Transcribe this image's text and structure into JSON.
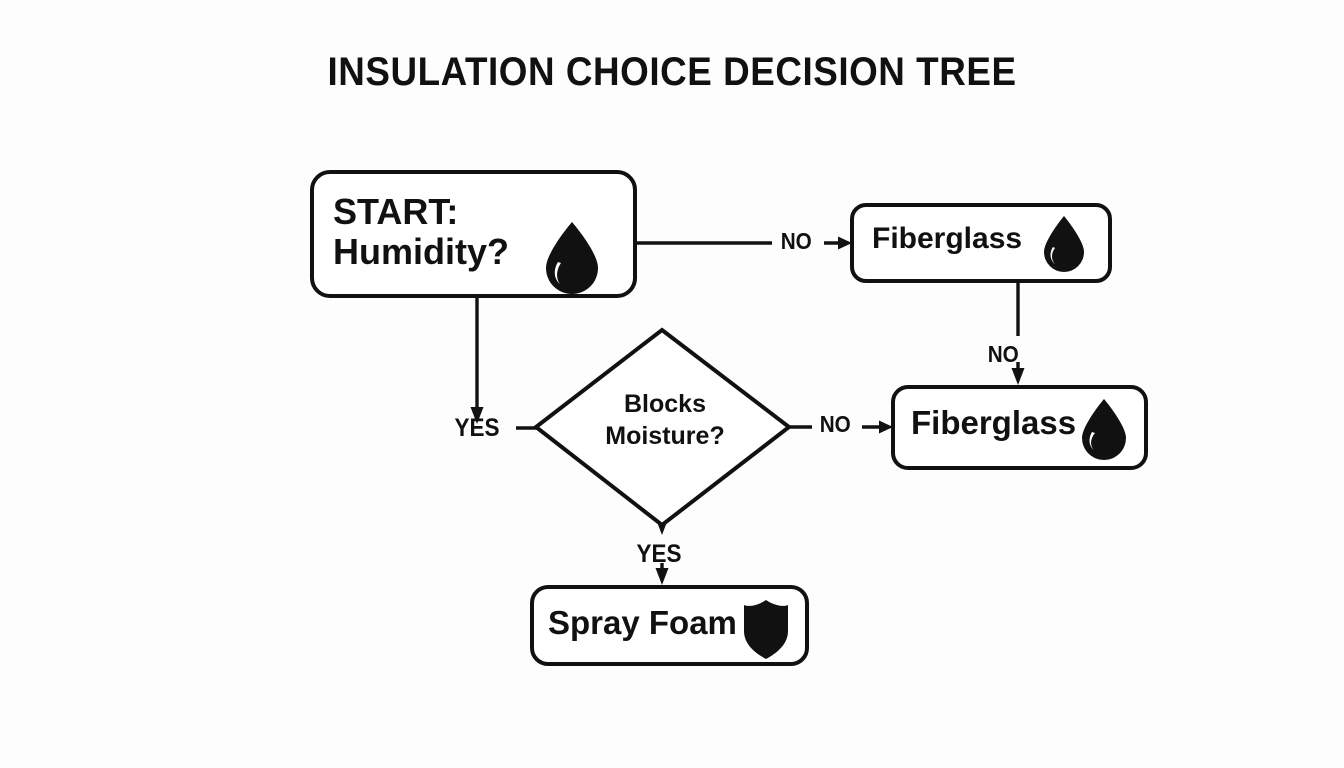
{
  "page": {
    "title": "INSULATION CHOICE DECISION TREE",
    "background_color": "#fdfdfd",
    "ink_color": "#111111"
  },
  "chart_data": {
    "type": "diagram",
    "diagram_kind": "decision-tree-flowchart",
    "title": "INSULATION CHOICE DECISION TREE",
    "nodes": [
      {
        "id": "start",
        "shape": "rounded-rectangle",
        "label_line1": "START:",
        "label_line2": "Humidity?",
        "icon": "water-droplet-icon"
      },
      {
        "id": "fiberglass-1",
        "shape": "rounded-rectangle",
        "label": "Fiberglass",
        "icon": "water-droplet-icon"
      },
      {
        "id": "decision-moisture",
        "shape": "diamond",
        "label_line1": "Blocks",
        "label_line2": "Moisture?",
        "icon": null
      },
      {
        "id": "fiberglass-2",
        "shape": "rounded-rectangle",
        "label": "Fiberglass",
        "icon": "water-droplet-icon"
      },
      {
        "id": "spray-foam",
        "shape": "rounded-rectangle",
        "label": "Spray Foam",
        "icon": "shield-icon"
      }
    ],
    "edges": [
      {
        "from": "start",
        "to": "fiberglass-1",
        "label": "NO",
        "direction": "right"
      },
      {
        "from": "start",
        "to": "decision-moisture",
        "label": "YES",
        "direction": "down"
      },
      {
        "from": "fiberglass-1",
        "to": "fiberglass-2",
        "label": "NO",
        "direction": "down"
      },
      {
        "from": "decision-moisture",
        "to": "fiberglass-2",
        "label": "NO",
        "direction": "right"
      },
      {
        "from": "decision-moisture",
        "to": "spray-foam",
        "label": "YES",
        "direction": "down"
      }
    ],
    "edge_labels": [
      "NO",
      "YES",
      "NO",
      "NO",
      "YES"
    ]
  },
  "nodes": {
    "start": {
      "line1": "START:",
      "line2": "Humidity?"
    },
    "fiberglass_1": {
      "label": "Fiberglass"
    },
    "decision": {
      "line1": "Blocks",
      "line2": "Moisture?"
    },
    "fiberglass_2": {
      "label": "Fiberglass"
    },
    "spray_foam": {
      "label": "Spray Foam"
    }
  },
  "edge_labels": {
    "start_no": "NO",
    "fiberglass_no": "NO",
    "decision_no": "NO",
    "start_yes": "YES",
    "decision_yes": "YES"
  }
}
